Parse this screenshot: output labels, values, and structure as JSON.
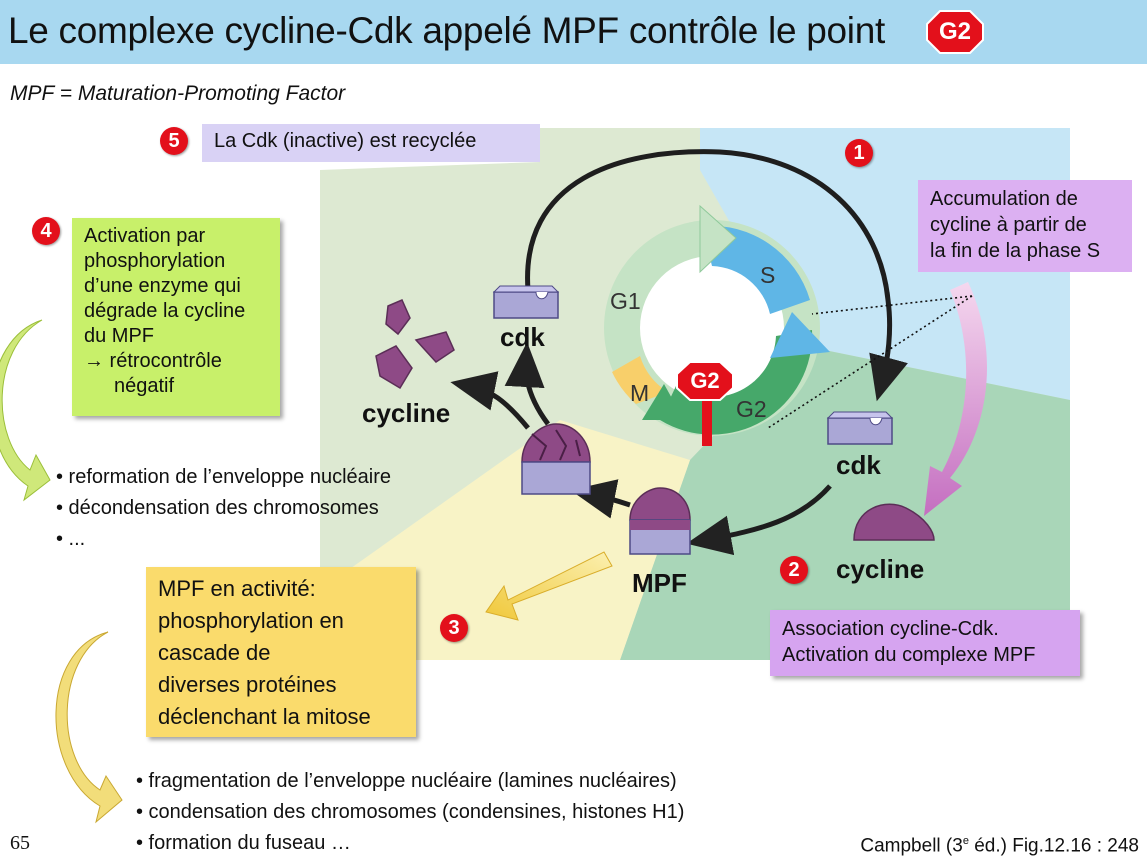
{
  "header": {
    "title": "Le complexe cycline-Cdk appelé  MPF contrôle le point",
    "stop_label": "G2"
  },
  "subtitle": "MPF = Maturation-Promoting Factor",
  "steps": {
    "s1": "1",
    "s2": "2",
    "s3": "3",
    "s4": "4",
    "s5": "5"
  },
  "boxes": {
    "recycle": "La Cdk (inactive) est recyclée",
    "accumulation": [
      "Accumulation de",
      "cycline à partir de",
      "la fin de la phase S"
    ],
    "activation": [
      "Activation par",
      "phosphorylation",
      "d’une enzyme qui",
      "dégrade la cycline",
      "du MPF",
      "→ rétrocontrôle",
      "négatif"
    ],
    "mpf_activity": [
      "MPF en activité:",
      "phosphorylation en",
      "cascade de",
      "diverses protéines",
      "déclenchant la mitose"
    ],
    "association": [
      "Association cycline-Cdk.",
      "Activation du complexe MPF"
    ]
  },
  "labels": {
    "cdk_top": "cdk",
    "cdk_right": "cdk",
    "cycline_left": "cycline",
    "cycline_right": "cycline",
    "mpf": "MPF"
  },
  "cycle": {
    "g1": "G1",
    "s": "S",
    "g2": "G2",
    "m": "M",
    "checkpoint": "G2"
  },
  "bullets_after_mitosis": [
    "• reformation de l’enveloppe nucléaire",
    "• décondensation des chromosomes",
    "• ..."
  ],
  "bullets_mitosis": [
    "• fragmentation de l’enveloppe nucléaire (lamines nucléaires)",
    "• condensation des chromosomes (condensines, histones H1)",
    "• formation du fuseau …"
  ],
  "footer": {
    "page": "65",
    "credit_prefix": "Campbell (3",
    "credit_sup": "e",
    "credit_suffix": " éd.) Fig.12.16 : 248"
  },
  "colors": {
    "title_bar": "#a8d8f0",
    "stop_red": "#e3101b",
    "panel_green": "#dde9d2",
    "panel_blue": "#c6e6f6",
    "panel_green2": "#a9d6b8",
    "panel_yellow": "#f8f3c6",
    "purple": "#8e4a86",
    "cdk_lavender": "#aaa7d6"
  }
}
